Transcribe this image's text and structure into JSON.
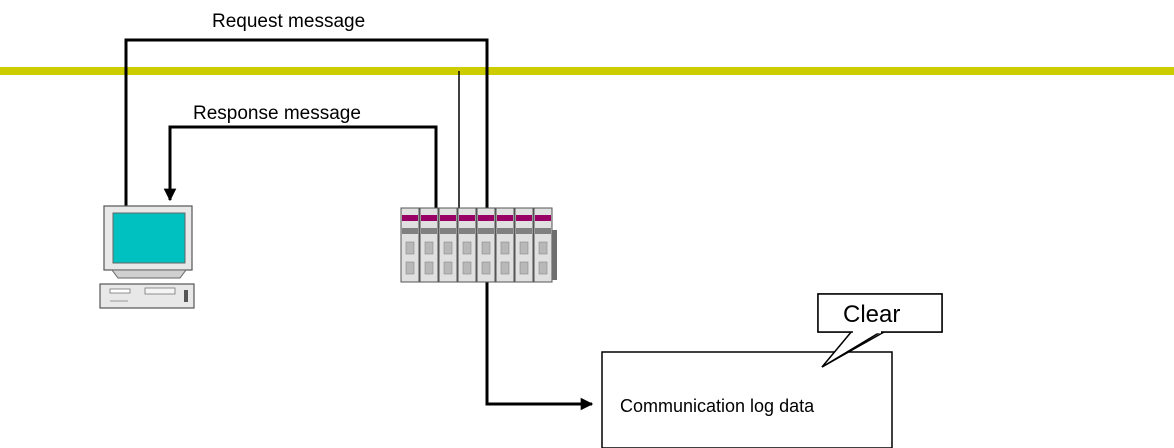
{
  "diagram": {
    "request_label": "Request message",
    "response_label": "Response message",
    "log_box_label": "Communication log data",
    "callout_label": "Clear"
  },
  "colors": {
    "network_bus": "#cccc00",
    "monitor_screen": "#00c0c0",
    "module_accent": "#990066",
    "module_body": "#e0e0e0",
    "module_dark": "#808080"
  },
  "icons": {
    "computer": "personal-computer-icon",
    "plc": "plc-rack-icon"
  }
}
